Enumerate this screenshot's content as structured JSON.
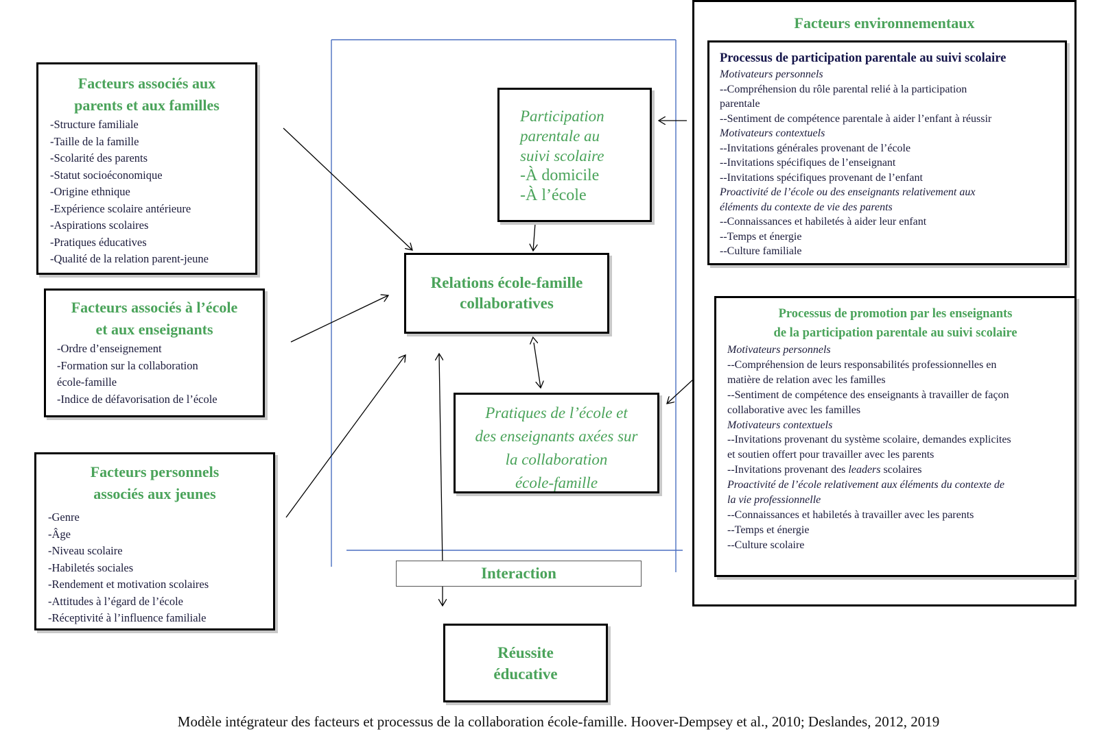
{
  "families": {
    "title_line1": "Facteurs associés aux",
    "title_line2": "parents et aux familles",
    "items": [
      "-Structure familiale",
      "-Taille de la famille",
      "-Scolarité des parents",
      "-Statut socioéconomique",
      "-Origine ethnique",
      "-Expérience scolaire antérieure",
      "-Aspirations scolaires",
      "-Pratiques éducatives",
      "-Qualité de la relation parent-jeune"
    ]
  },
  "school": {
    "title_line1": "Facteurs associés à l’école",
    "title_line2": "et aux enseignants",
    "items": [
      "-Ordre d’enseignement",
      "-Formation sur la collaboration",
      "école-famille",
      "-Indice de défavorisation de l’école"
    ]
  },
  "youth": {
    "title_line1": "Facteurs personnels",
    "title_line2": "associés aux jeunes",
    "items": [
      "-Genre",
      "-Âge",
      "-Niveau scolaire",
      "-Habiletés sociales",
      "-Rendement et motivation scolaires",
      "-Attitudes à l’égard de l’école",
      "-Réceptivité à l’influence familiale"
    ]
  },
  "participation": {
    "lines": [
      "Participation",
      "parentale au",
      "suivi scolaire"
    ],
    "places": [
      "-À domicile",
      "-À l’école"
    ]
  },
  "relations": {
    "line1": "Relations école-famille",
    "line2": "collaboratives"
  },
  "practices": {
    "lines": [
      "Pratiques de l’école et",
      "des enseignants axées sur",
      "la collaboration",
      "école-famille"
    ]
  },
  "interaction": {
    "label": "Interaction"
  },
  "success": {
    "line1": "Réussite",
    "line2": "éducative"
  },
  "environment": {
    "title": "Facteurs environnementaux",
    "process1": {
      "title": "Processus de participation parentale au  suivi scolaire",
      "lines": [
        {
          "text": "Motivateurs personnels",
          "italic": true
        },
        {
          "text": "--Compréhension du rôle parental relié à la participation",
          "italic": false
        },
        {
          "text": "parentale",
          "italic": false
        },
        {
          "text": "--Sentiment de compétence parentale à aider l’enfant à réussir",
          "italic": false
        },
        {
          "text": "Motivateurs contextuels",
          "italic": true
        },
        {
          "text": "--Invitations générales provenant de l’école",
          "italic": false
        },
        {
          "text": "--Invitations spécifiques  de l’enseignant",
          "italic": false
        },
        {
          "text": "--Invitations spécifiques provenant de l’enfant",
          "italic": false
        },
        {
          "text": "Proactivité de l’école ou des enseignants  relativement aux",
          "italic": true
        },
        {
          "text": "éléments du contexte de vie des parents",
          "italic": true
        },
        {
          "text": "--Connaissances et habiletés à aider leur enfant",
          "italic": false
        },
        {
          "text": "--Temps et énergie",
          "italic": false
        },
        {
          "text": "--Culture familiale",
          "italic": false
        }
      ]
    },
    "process2": {
      "title_line1": "Processus de promotion par les enseignants",
      "title_line2": "de la participation parentale au suivi scolaire",
      "lines": [
        {
          "text": "Motivateurs personnels",
          "italic": true
        },
        {
          "text": "--Compréhension de leurs responsabilités professionnelles en",
          "italic": false
        },
        {
          "text": "matière de relation avec les familles",
          "italic": false
        },
        {
          "text": "--Sentiment de compétence des enseignants à travailler de façon",
          "italic": false
        },
        {
          "text": "collaborative avec les familles",
          "italic": false
        },
        {
          "text": "Motivateurs contextuels",
          "italic": true
        },
        {
          "text": "--Invitations provenant du système scolaire, demandes explicites",
          "italic": false
        },
        {
          "text": "et soutien offert pour travailler avec les parents",
          "italic": false
        },
        {
          "text": "--Invitations provenant des ",
          "italic": false,
          "after_italic": "leaders",
          "after": " scolaires"
        },
        {
          "text": "Proactivité de l’école relativement aux éléments du contexte de",
          "italic": true
        },
        {
          "text": "la vie professionnelle",
          "italic": true
        },
        {
          "text": "--Connaissances et habiletés à travailler avec les parents",
          "italic": false
        },
        {
          "text": "--Temps et énergie",
          "italic": false
        },
        {
          "text": "--Culture scolaire",
          "italic": false
        }
      ]
    }
  },
  "caption": "Modèle intégrateur des facteurs et processus de la collaboration école-famille. Hoover-Dempsey et al., 2010; Deslandes, 2012, 2019",
  "colors": {
    "accent_green": "#4aa35a",
    "text_navy": "#1a1a3a",
    "frame_blue": "#4a6fc0"
  }
}
